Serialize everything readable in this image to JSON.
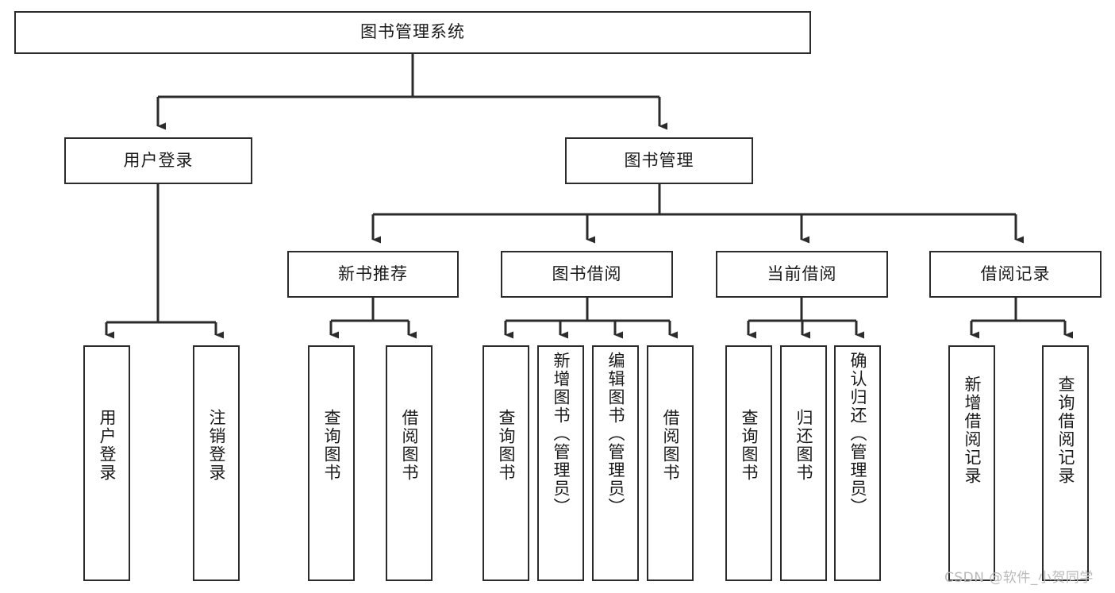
{
  "diagram": {
    "type": "tree",
    "title": "图书管理系统",
    "root": {
      "label": "图书管理系统"
    },
    "level2": [
      {
        "label": "用户登录"
      },
      {
        "label": "图书管理"
      }
    ],
    "level3": [
      {
        "label": "新书推荐"
      },
      {
        "label": "图书借阅"
      },
      {
        "label": "当前借阅"
      },
      {
        "label": "借阅记录"
      }
    ],
    "leaves": {
      "user_login": [
        {
          "label": "用户登录"
        },
        {
          "label": "注销登录"
        }
      ],
      "new_book_recommend": [
        {
          "label": "查询图书"
        },
        {
          "label": "借阅图书"
        }
      ],
      "book_borrow": [
        {
          "label": "查询图书"
        },
        {
          "label": "新增图书（管理员）"
        },
        {
          "label": "编辑图书（管理员）"
        },
        {
          "label": "借阅图书"
        }
      ],
      "current_borrow": [
        {
          "label": "查询图书"
        },
        {
          "label": "归还图书"
        },
        {
          "label": "确认归还（管理员）"
        }
      ],
      "borrow_records": [
        {
          "label": "新增借阅记录"
        },
        {
          "label": "查询借阅记录"
        }
      ]
    }
  },
  "watermark": {
    "text": "CSDN @软件_小贺同学"
  },
  "colors": {
    "stroke": "#2b2b2b",
    "text": "#1a1a1a",
    "background": "#ffffff",
    "watermark": "#b9b9b9"
  }
}
